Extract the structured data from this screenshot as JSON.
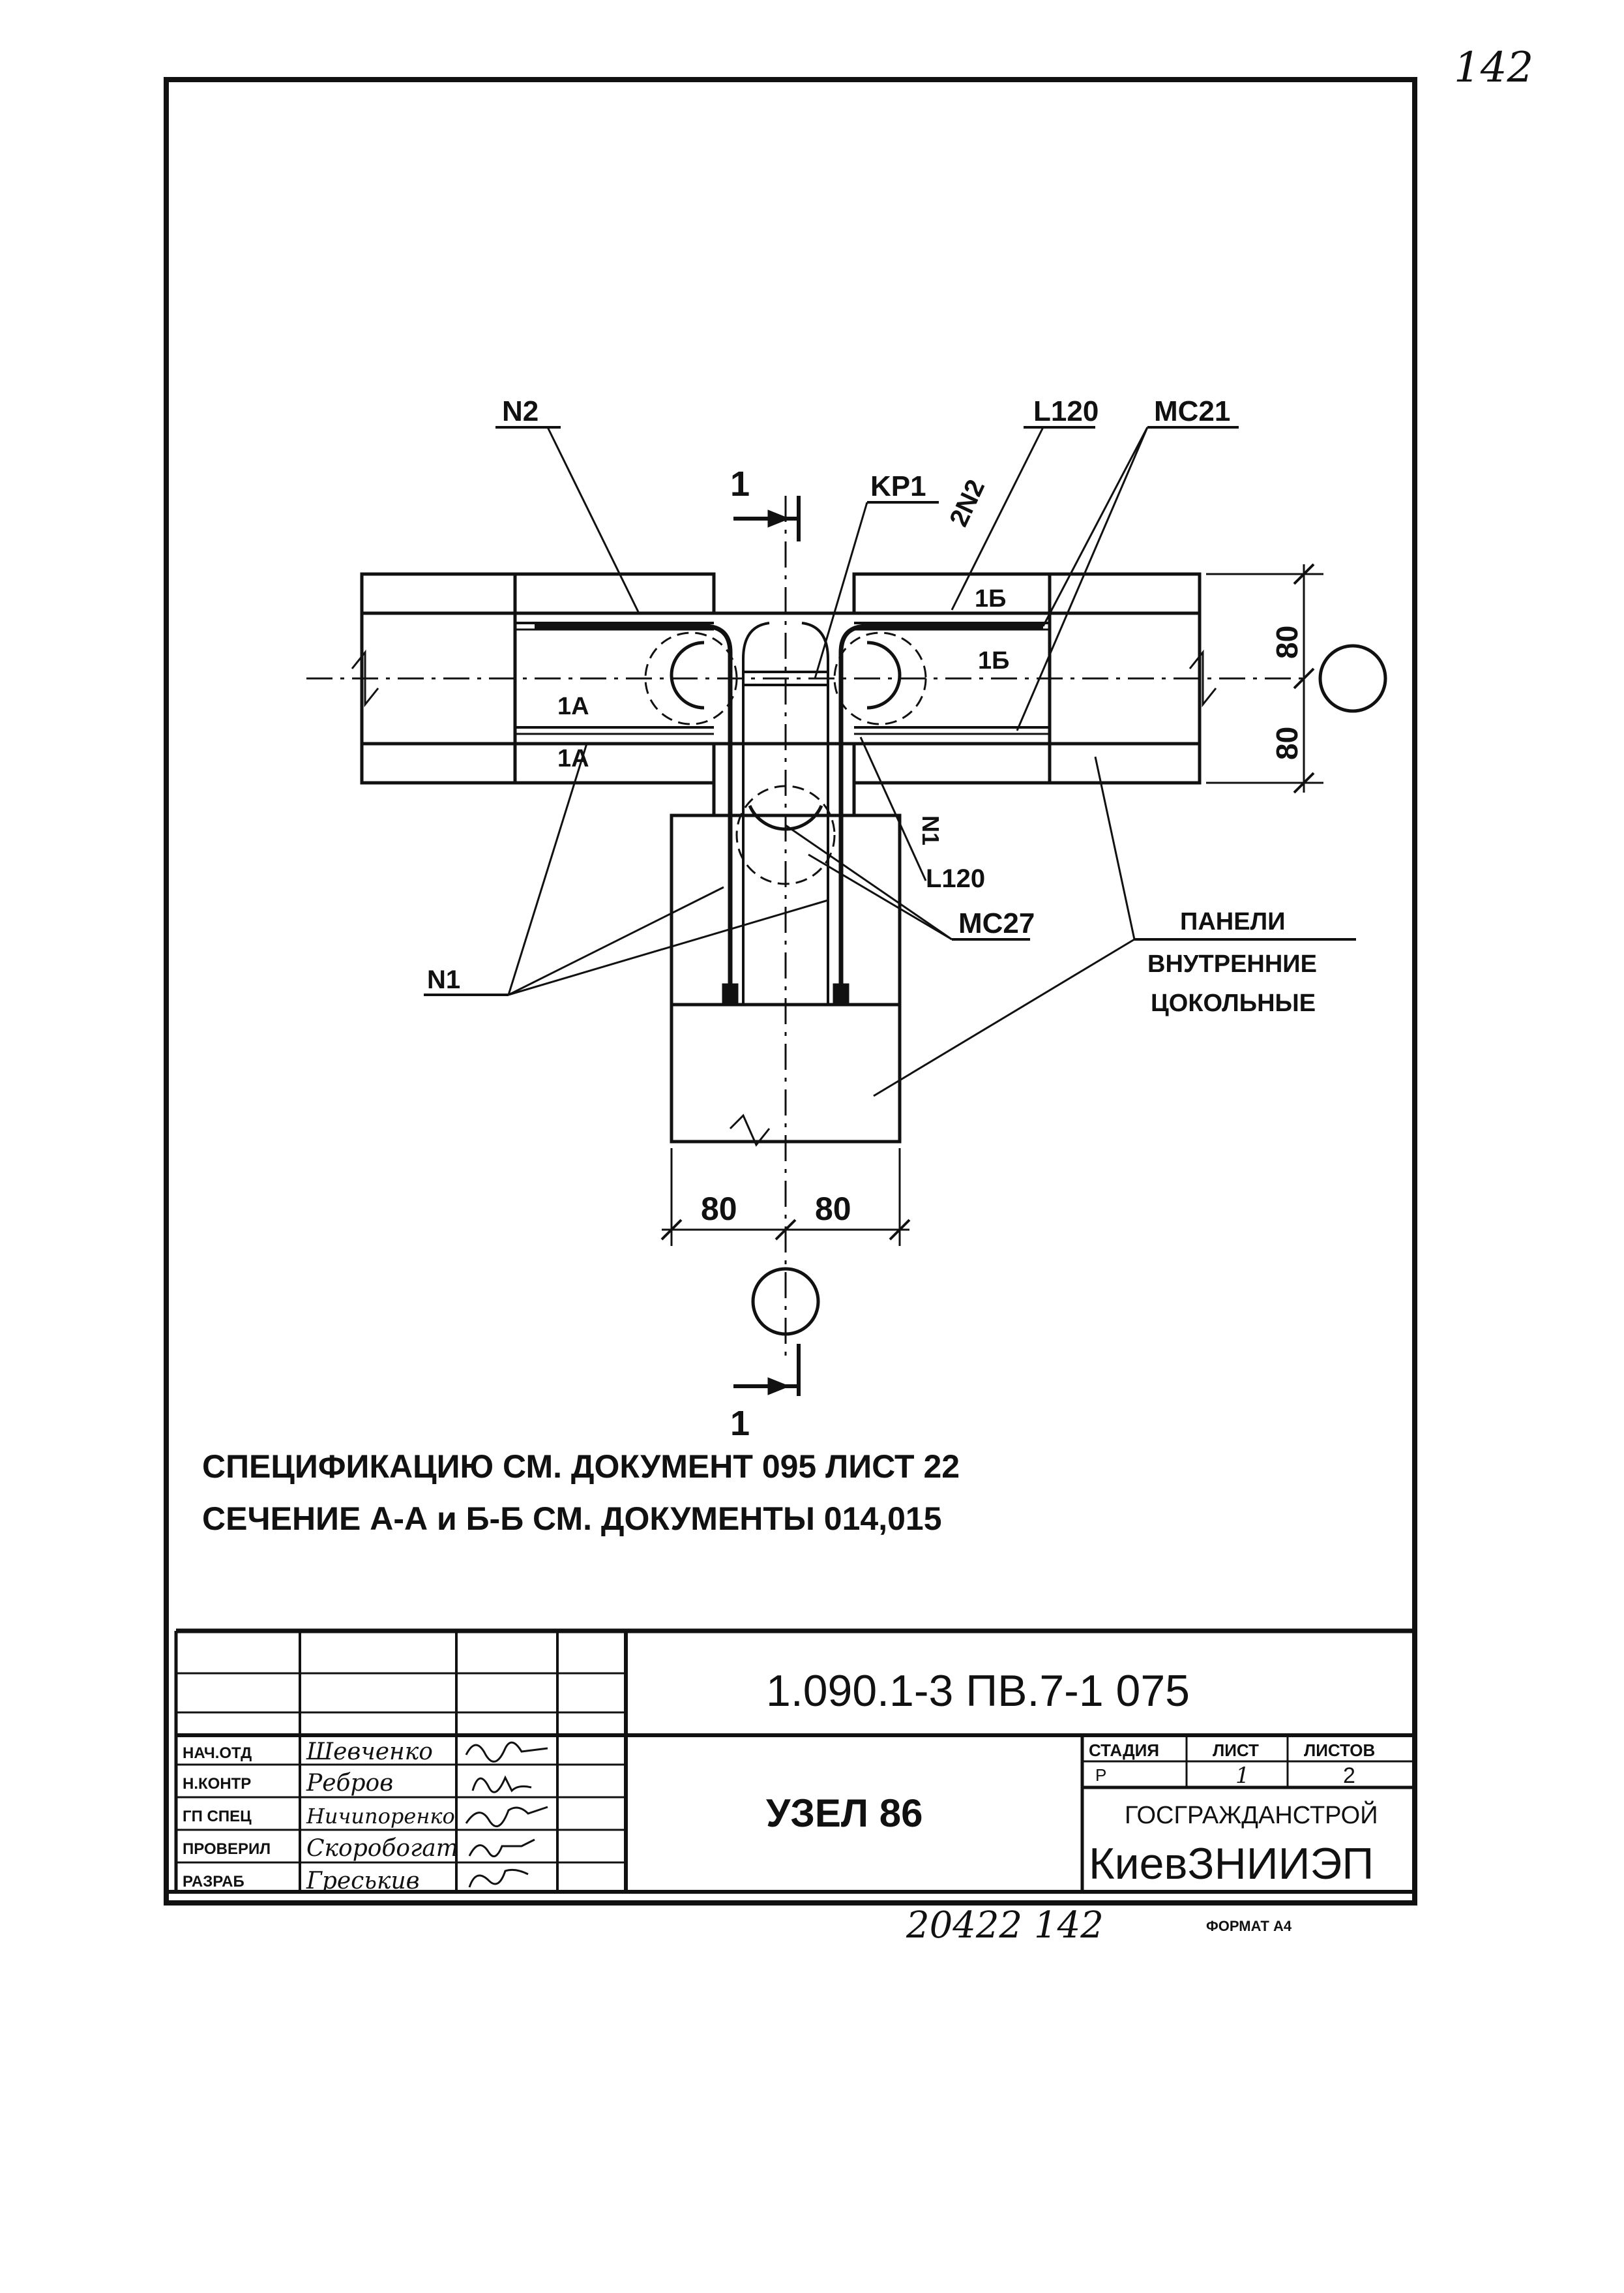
{
  "page_number": "142",
  "drawing": {
    "labels": {
      "n2_left": "N2",
      "kr1": "KP1",
      "l120_top": "L120",
      "mc21": "MC21",
      "n2x2": "2N2",
      "mark_1b_top": "1Б",
      "mark_1b_mid": "1Б",
      "mark_1a_top": "1А",
      "mark_1a_bot": "1А",
      "n1_right": "N1",
      "l120_right": "L120",
      "mc27": "MC27",
      "n1_left": "N1",
      "panels_l1": "ПАНЕЛИ",
      "panels_l2": "ВНУТРЕННИЕ",
      "panels_l3": "ЦОКОЛЬНЫЕ"
    },
    "section_mark": "1",
    "dimensions": {
      "d1": "80",
      "d2": "80",
      "d3": "80",
      "d4": "80"
    }
  },
  "notes": {
    "line1": "СПЕЦИФИКАЦИЮ СМ. ДОКУМЕНТ 095 ЛИСТ 22",
    "line2": "СЕЧЕНИЕ А-А и Б-Б СМ. ДОКУМЕНТЫ 014,015"
  },
  "title_block": {
    "code": "1.090.1-3 ПВ.7-1   075",
    "title": "УЗЕЛ 86",
    "stage_header": "СТАДИЯ",
    "sheet_header": "ЛИСТ",
    "sheets_header": "ЛИСТОВ",
    "stage": "Р",
    "sheet": "1",
    "sheets": "2",
    "org_line1": "ГОСГРАЖДАНСТРОЙ",
    "org_line2": "КиевЗНИИЭП",
    "roles": [
      "НАЧ.ОТД",
      "Н.КОНТР",
      "ГП СПЕЦ",
      "ПРОВЕРИЛ",
      "РАЗРАБ"
    ],
    "names": [
      "Шевченко",
      "Ребров",
      "Ничипоренко",
      "Скоробогат",
      "Греськив"
    ]
  },
  "footer": {
    "archive": "20422   142",
    "format": "ФОРМАТ А4"
  }
}
